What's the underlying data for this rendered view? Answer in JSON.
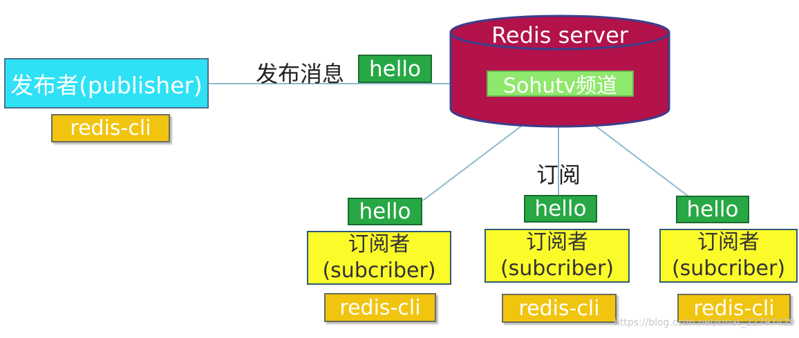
{
  "publisher": {
    "label": "发布者(publisher)",
    "client": "redis-cli"
  },
  "publish_action": {
    "label": "发布消息",
    "message": "hello"
  },
  "server": {
    "title": "Redis server",
    "channel": "Sohutv频道"
  },
  "subscribe_action": {
    "label": "订阅"
  },
  "subscribers": [
    {
      "message": "hello",
      "label_line1": "订阅者",
      "label_line2": "(subcriber)",
      "client": "redis-cli"
    },
    {
      "message": "hello",
      "label_line1": "订阅者",
      "label_line2": "(subcriber)",
      "client": "redis-cli"
    },
    {
      "message": "hello",
      "label_line1": "订阅者",
      "label_line2": "(subcriber)",
      "client": "redis-cli"
    }
  ],
  "watermark": "https://blog.csdn.net/sinat_22797429",
  "colors": {
    "publisher_fill": "#2fe1f5",
    "server_fill": "#b3124a",
    "channel_fill": "#8ee86c",
    "message_fill": "#27a844",
    "subscriber_fill": "#fbfb2a",
    "client_fill": "#f1c40f",
    "connector": "#8fb8cc"
  }
}
